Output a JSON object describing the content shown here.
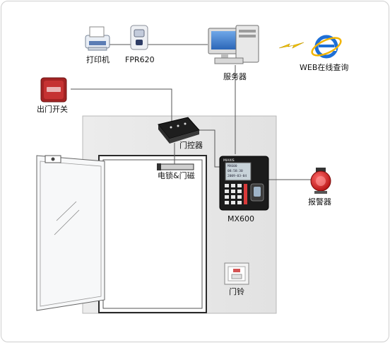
{
  "labels": {
    "printer": "打印机",
    "fpr": "FPR620",
    "server": "服务器",
    "web": "WEB在线查询",
    "exit_switch": "出门开关",
    "door_controller": "门控器",
    "lock": "电锁&门磁",
    "terminal": "MX600",
    "alarm": "报警器",
    "doorbell": "门铃"
  },
  "device_texts": {
    "terminal_brand": "MIAXIS",
    "terminal_screen_line1": "MX600",
    "terminal_screen_line2": "08:58:30",
    "terminal_screen_line3": "2009-03-04"
  },
  "colors": {
    "wall": "#e9e9e9",
    "line": "#555555",
    "terminal": "#1b1b1b",
    "alarm": "#d71a1a",
    "exit_switch": "#a32323",
    "ie_blue": "#1e6fd6",
    "lightning": "#f2c200"
  },
  "icons": {
    "printer": "printer-icon",
    "fpr": "fingerprint-reader-icon",
    "server": "server-computer-icon",
    "web": "internet-explorer-icon",
    "exit_switch": "exit-button-icon",
    "door_controller": "controller-box-icon",
    "terminal": "fingerprint-terminal-icon",
    "alarm": "alarm-siren-icon",
    "doorbell": "doorbell-icon"
  }
}
